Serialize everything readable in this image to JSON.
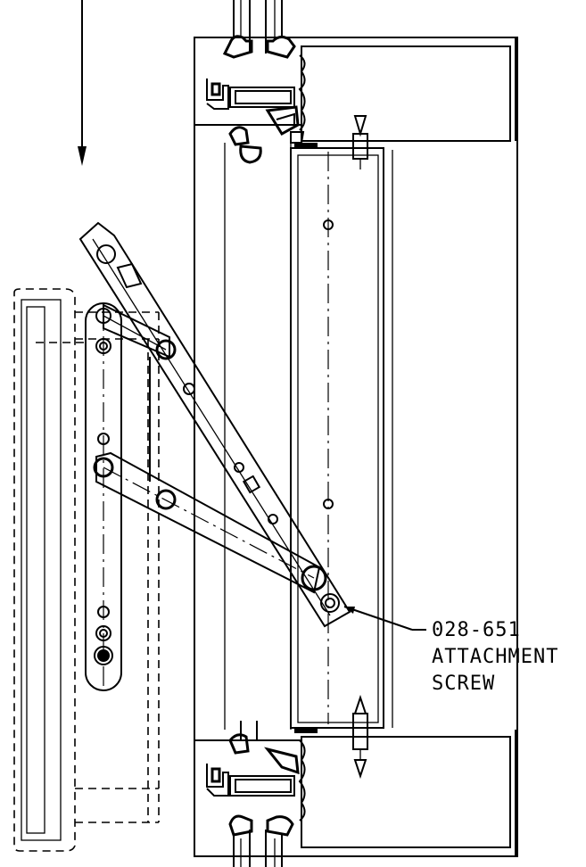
{
  "callout": {
    "part_number": "028-651",
    "line1": "ATTACHMENT",
    "line2": "SCREW"
  }
}
